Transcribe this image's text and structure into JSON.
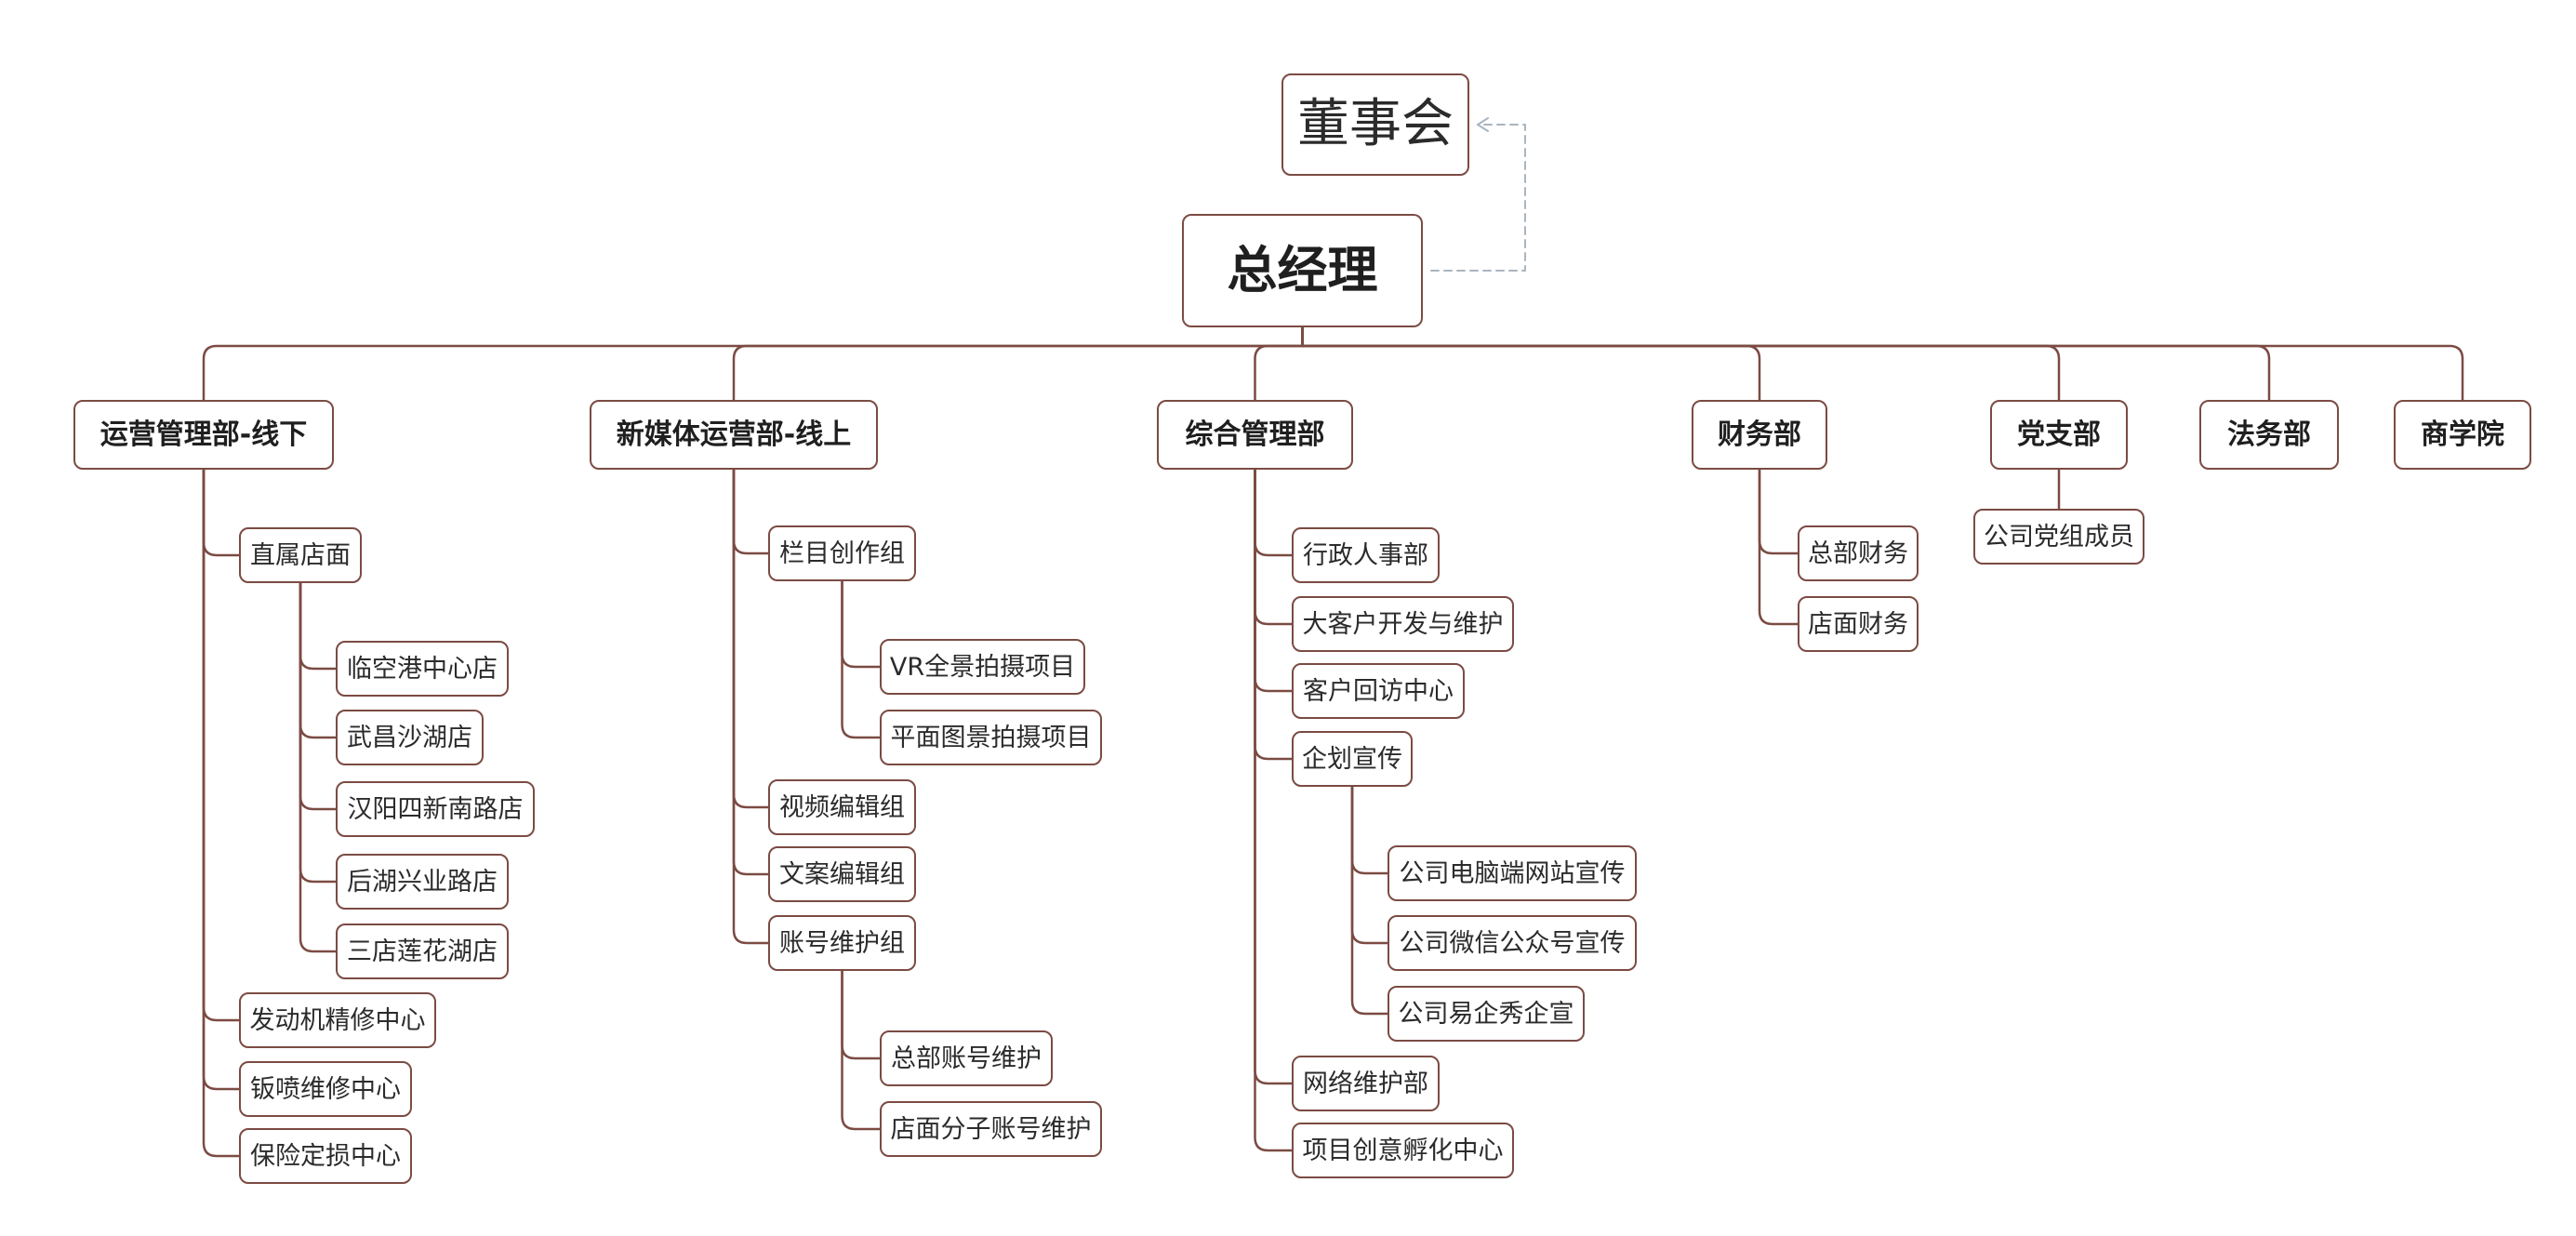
{
  "board": {
    "label": "董事会"
  },
  "ceo": {
    "label": "总经理"
  },
  "departments": [
    {
      "label": "运营管理部-线下",
      "children": [
        {
          "label": "直属店面",
          "children": [
            {
              "label": "临空港中心店"
            },
            {
              "label": "武昌沙湖店"
            },
            {
              "label": "汉阳四新南路店"
            },
            {
              "label": "后湖兴业路店"
            },
            {
              "label": "三店莲花湖店"
            }
          ]
        },
        {
          "label": "发动机精修中心"
        },
        {
          "label": "钣喷维修中心"
        },
        {
          "label": "保险定损中心"
        }
      ]
    },
    {
      "label": "新媒体运营部-线上",
      "children": [
        {
          "label": "栏目创作组",
          "children": [
            {
              "label": "VR全景拍摄项目"
            },
            {
              "label": "平面图景拍摄项目"
            }
          ]
        },
        {
          "label": "视频编辑组"
        },
        {
          "label": "文案编辑组"
        },
        {
          "label": "账号维护组",
          "children": [
            {
              "label": "总部账号维护"
            },
            {
              "label": "店面分子账号维护"
            }
          ]
        }
      ]
    },
    {
      "label": "综合管理部",
      "children": [
        {
          "label": "行政人事部"
        },
        {
          "label": "大客户开发与维护"
        },
        {
          "label": "客户回访中心"
        },
        {
          "label": "企划宣传",
          "children": [
            {
              "label": "公司电脑端网站宣传"
            },
            {
              "label": "公司微信公众号宣传"
            },
            {
              "label": "公司易企秀企宣"
            }
          ]
        },
        {
          "label": "网络维护部"
        },
        {
          "label": "项目创意孵化中心"
        }
      ]
    },
    {
      "label": "财务部",
      "children": [
        {
          "label": "总部财务"
        },
        {
          "label": "店面财务"
        }
      ]
    },
    {
      "label": "党支部",
      "children": [
        {
          "label": "公司党组成员"
        }
      ]
    },
    {
      "label": "法务部"
    },
    {
      "label": "商学院"
    }
  ],
  "colors": {
    "line": "#7b4b43",
    "dashed_link": "#a9b5c0",
    "text": "#2b2b2b",
    "background": "#ffffff"
  }
}
